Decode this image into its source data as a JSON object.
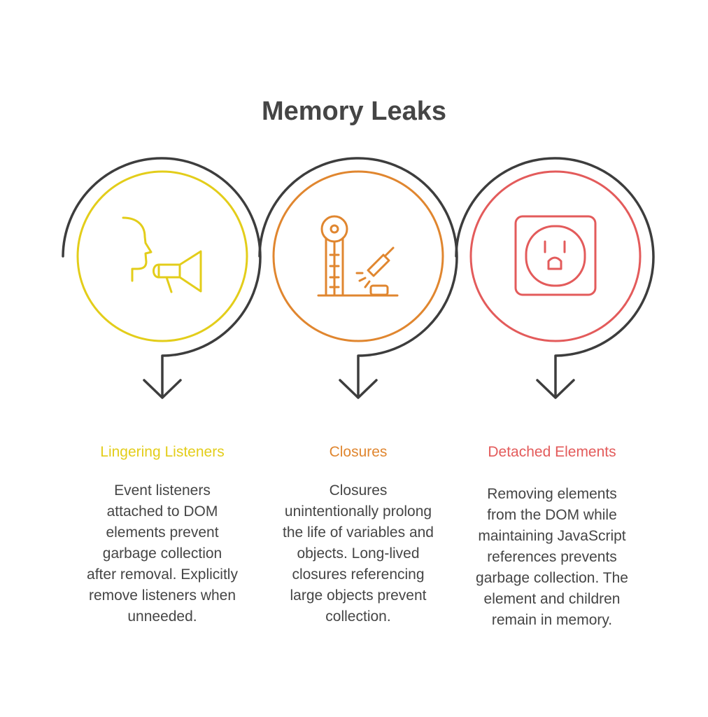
{
  "title": "Memory Leaks",
  "colors": {
    "text": "#454545",
    "outline": "#3d3d3d",
    "yellow": "#e3cd1a",
    "orange": "#e0862f",
    "red": "#e35b5b"
  },
  "items": [
    {
      "title": "Lingering Listeners",
      "icon": "megaphone-speaking-icon",
      "description": "Event listeners attached to DOM elements prevent garbage collection after removal. Explicitly remove listeners when unneeded."
    },
    {
      "title": "Closures",
      "icon": "strength-tester-icon",
      "description": "Closures unintentionally prolong the life of variables and objects. Long-lived closures referencing large objects prevent collection."
    },
    {
      "title": "Detached Elements",
      "icon": "power-outlet-icon",
      "description": "Removing elements from the DOM while maintaining JavaScript references prevents garbage collection. The element and children remain in memory."
    }
  ]
}
